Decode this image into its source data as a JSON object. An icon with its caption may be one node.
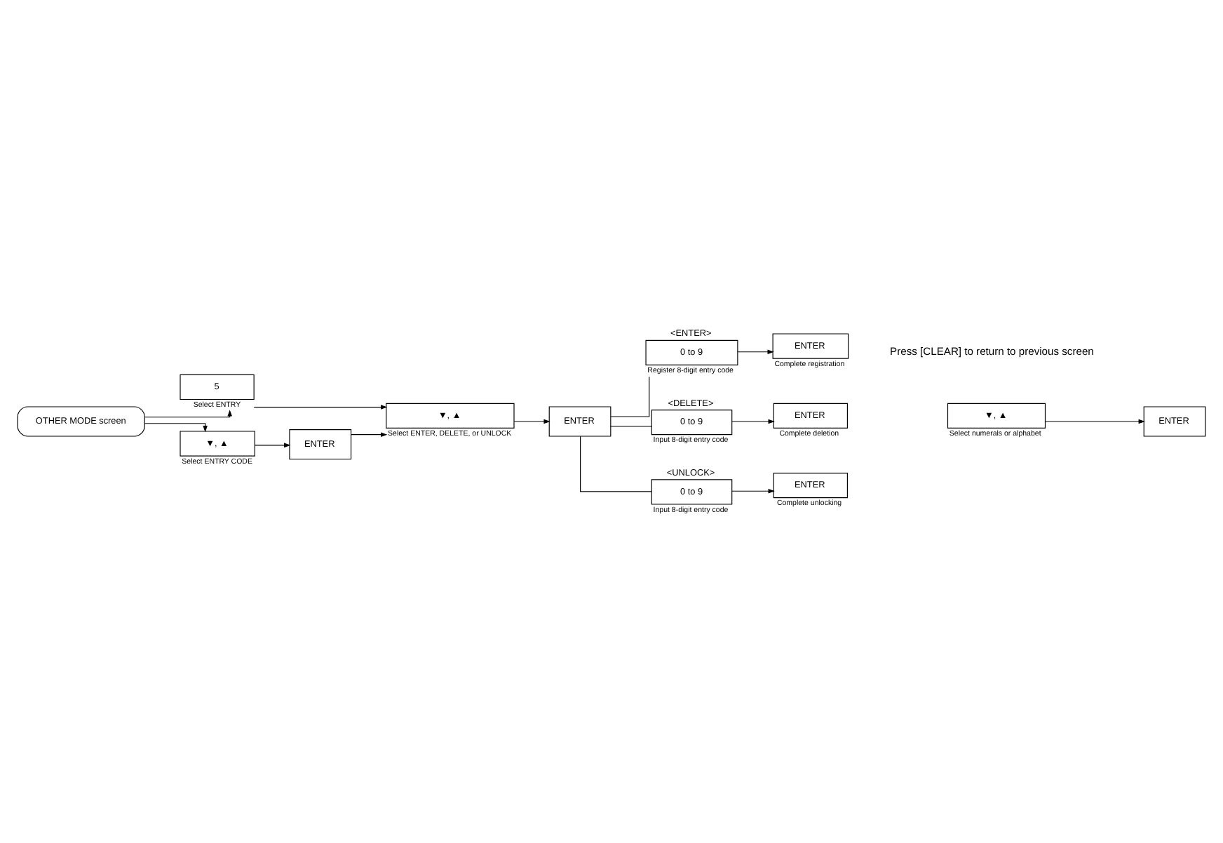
{
  "diagram": {
    "nodes": [
      {
        "text": [
          "OTHER MODE screen"
        ]
      },
      {
        "text": [
          "5"
        ],
        "beside": [
          "Select ENTRY"
        ]
      },
      {
        "text": [
          "▼, ▲"
        ],
        "beside": [
          "Select ENTRY CODE"
        ]
      },
      {
        "text": [
          "ENTER"
        ]
      },
      {
        "text": [
          "▼, ▲"
        ],
        "beside": [
          "Select ENTER, DELETE, or UNLOCK"
        ]
      },
      {
        "text": [
          "ENTER"
        ]
      },
      {
        "text": [
          "0 to 9"
        ],
        "beside": [
          "<ENTER>",
          "Register 8-digit entry code"
        ]
      },
      {
        "text": [
          "ENTER"
        ],
        "beside": [
          "Complete registration"
        ]
      },
      {
        "text": [
          "0 to 9"
        ],
        "beside": [
          "<DELETE>",
          "Input 8-digit entry code"
        ]
      },
      {
        "text": [
          "ENTER"
        ],
        "beside": [
          "Complete deletion"
        ]
      },
      {
        "text": [
          "0 to 9"
        ],
        "beside": [
          "<UNLOCK>",
          "Input 8-digit entry code"
        ]
      },
      {
        "text": [
          "ENTER"
        ],
        "beside": [
          "Complete unlocking"
        ]
      },
      {
        "text": [
          "▼, ▲"
        ],
        "beside": [
          "Select numerals or alphabet"
        ]
      },
      {
        "text": [
          "ENTER"
        ]
      }
    ],
    "edges": [
      {
        "from": 0,
        "to": 1,
        "arrow": "to"
      },
      {
        "from": 0,
        "to": 2,
        "arrow": "to"
      },
      {
        "from": 1,
        "to": 4,
        "arrow": "to"
      },
      {
        "from": 2,
        "to": 3,
        "arrow": "to"
      },
      {
        "from": 3,
        "to": 4,
        "arrow": "to"
      },
      {
        "from": 4,
        "to": 5,
        "arrow": "to"
      },
      {
        "from": 5,
        "to": 6,
        "arrow": "none"
      },
      {
        "from": 5,
        "to": 8,
        "arrow": "none"
      },
      {
        "from": 5,
        "to": 10,
        "arrow": "none"
      },
      {
        "from": 6,
        "to": 7,
        "arrow": "to"
      },
      {
        "from": 8,
        "to": 9,
        "arrow": "to"
      },
      {
        "from": 10,
        "to": 11,
        "arrow": "to"
      },
      {
        "from": 12,
        "to": 13,
        "arrow": "to"
      }
    ],
    "labels": [
      "Press [CLEAR] to return to previous screen"
    ]
  }
}
